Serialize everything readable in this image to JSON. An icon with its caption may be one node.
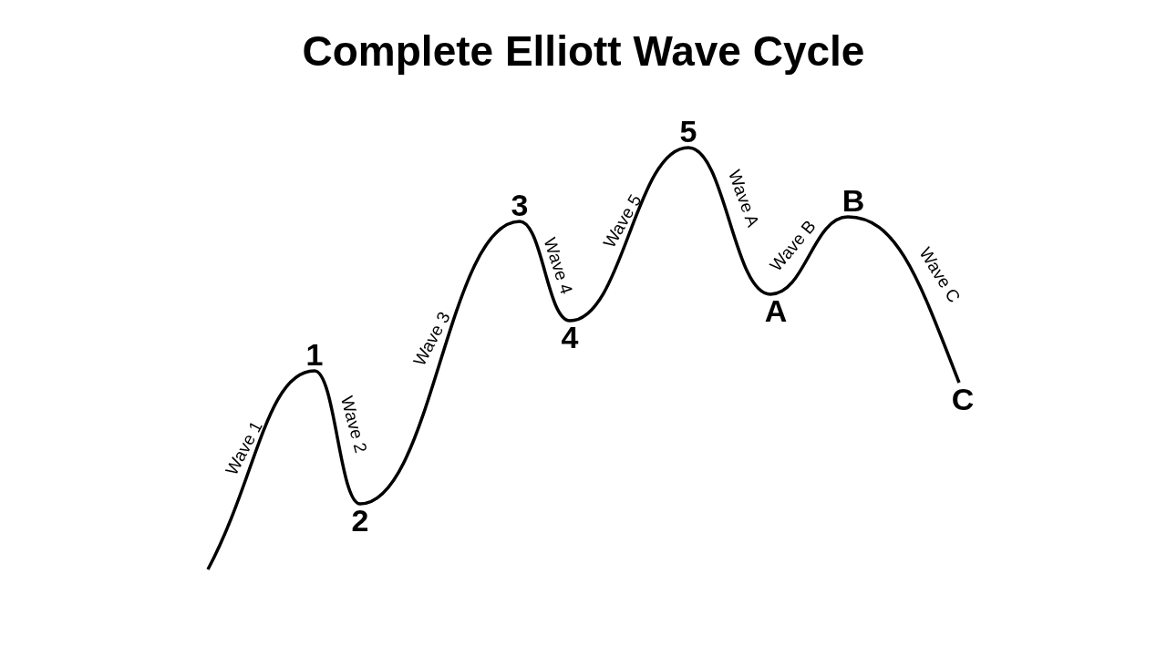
{
  "diagram": {
    "title": "Complete Elliott Wave Cycle",
    "nodes": [
      {
        "text": [
          "1"
        ]
      },
      {
        "text": [
          "2"
        ]
      },
      {
        "text": [
          "3"
        ]
      },
      {
        "text": [
          "4"
        ]
      },
      {
        "text": [
          "5"
        ]
      },
      {
        "text": [
          "A"
        ]
      },
      {
        "text": [
          "B"
        ]
      },
      {
        "text": [
          "C"
        ]
      }
    ],
    "edges": [
      {
        "from": null,
        "to": 0,
        "arrow": "none",
        "label": "Wave 1"
      },
      {
        "from": 0,
        "to": 1,
        "arrow": "none",
        "label": "Wave 2"
      },
      {
        "from": 1,
        "to": 2,
        "arrow": "none",
        "label": "Wave 3"
      },
      {
        "from": 2,
        "to": 3,
        "arrow": "none",
        "label": "Wave 4"
      },
      {
        "from": 3,
        "to": 4,
        "arrow": "none",
        "label": "Wave 5"
      },
      {
        "from": 4,
        "to": 5,
        "arrow": "none",
        "label": "Wave A"
      },
      {
        "from": 5,
        "to": 6,
        "arrow": "none",
        "label": "Wave B"
      },
      {
        "from": 6,
        "to": 7,
        "arrow": "none",
        "label": "Wave C"
      }
    ]
  }
}
